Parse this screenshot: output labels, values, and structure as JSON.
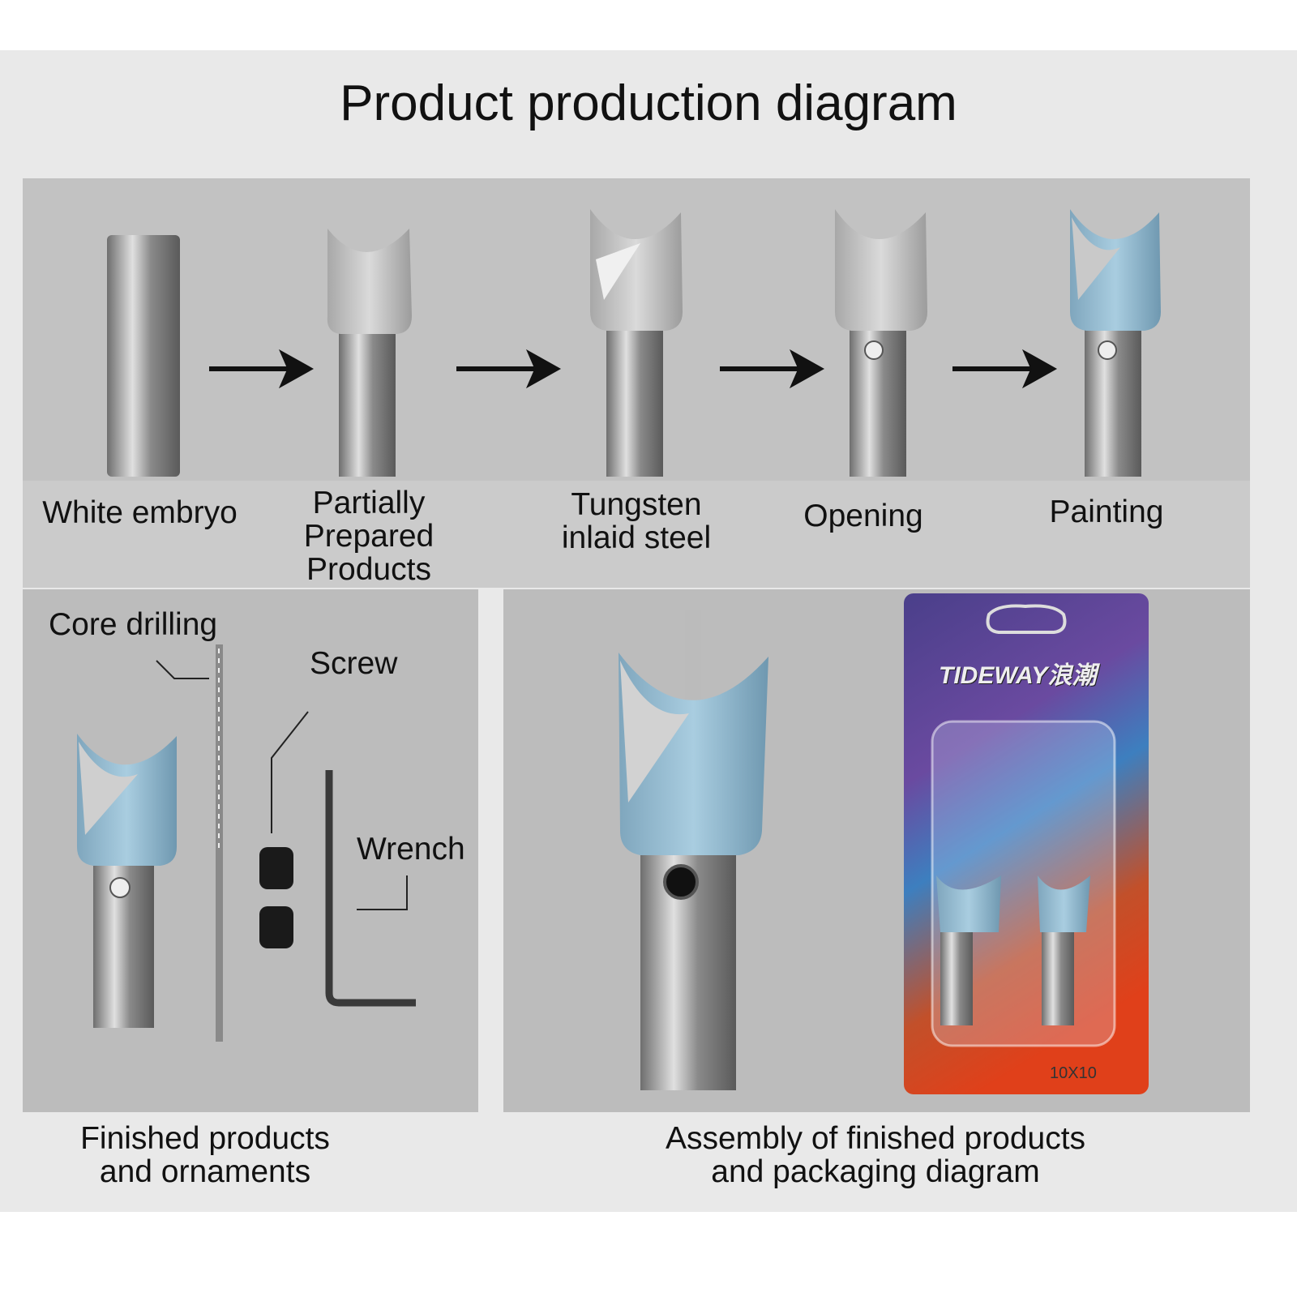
{
  "title": "Product production diagram",
  "steps": [
    {
      "label": "White embryo"
    },
    {
      "label": "Partially Prepared Products"
    },
    {
      "label": "Tungsten inlaid steel"
    },
    {
      "label": "Opening"
    },
    {
      "label": "Painting"
    }
  ],
  "parts": {
    "core_drilling": "Core drilling",
    "screw": "Screw",
    "wrench": "Wrench"
  },
  "package": {
    "brand": "TIDEWAY",
    "brand_cn": "浪潮",
    "size": "10X10"
  },
  "captions": {
    "left_line1": "Finished products",
    "left_line2": "and ornaments",
    "right_line1": "Assembly of finished products",
    "right_line2": "and packaging diagram"
  },
  "colors": {
    "paint": "#8fb3c9",
    "steel": "#9a9a9a",
    "arrow": "#111111"
  }
}
